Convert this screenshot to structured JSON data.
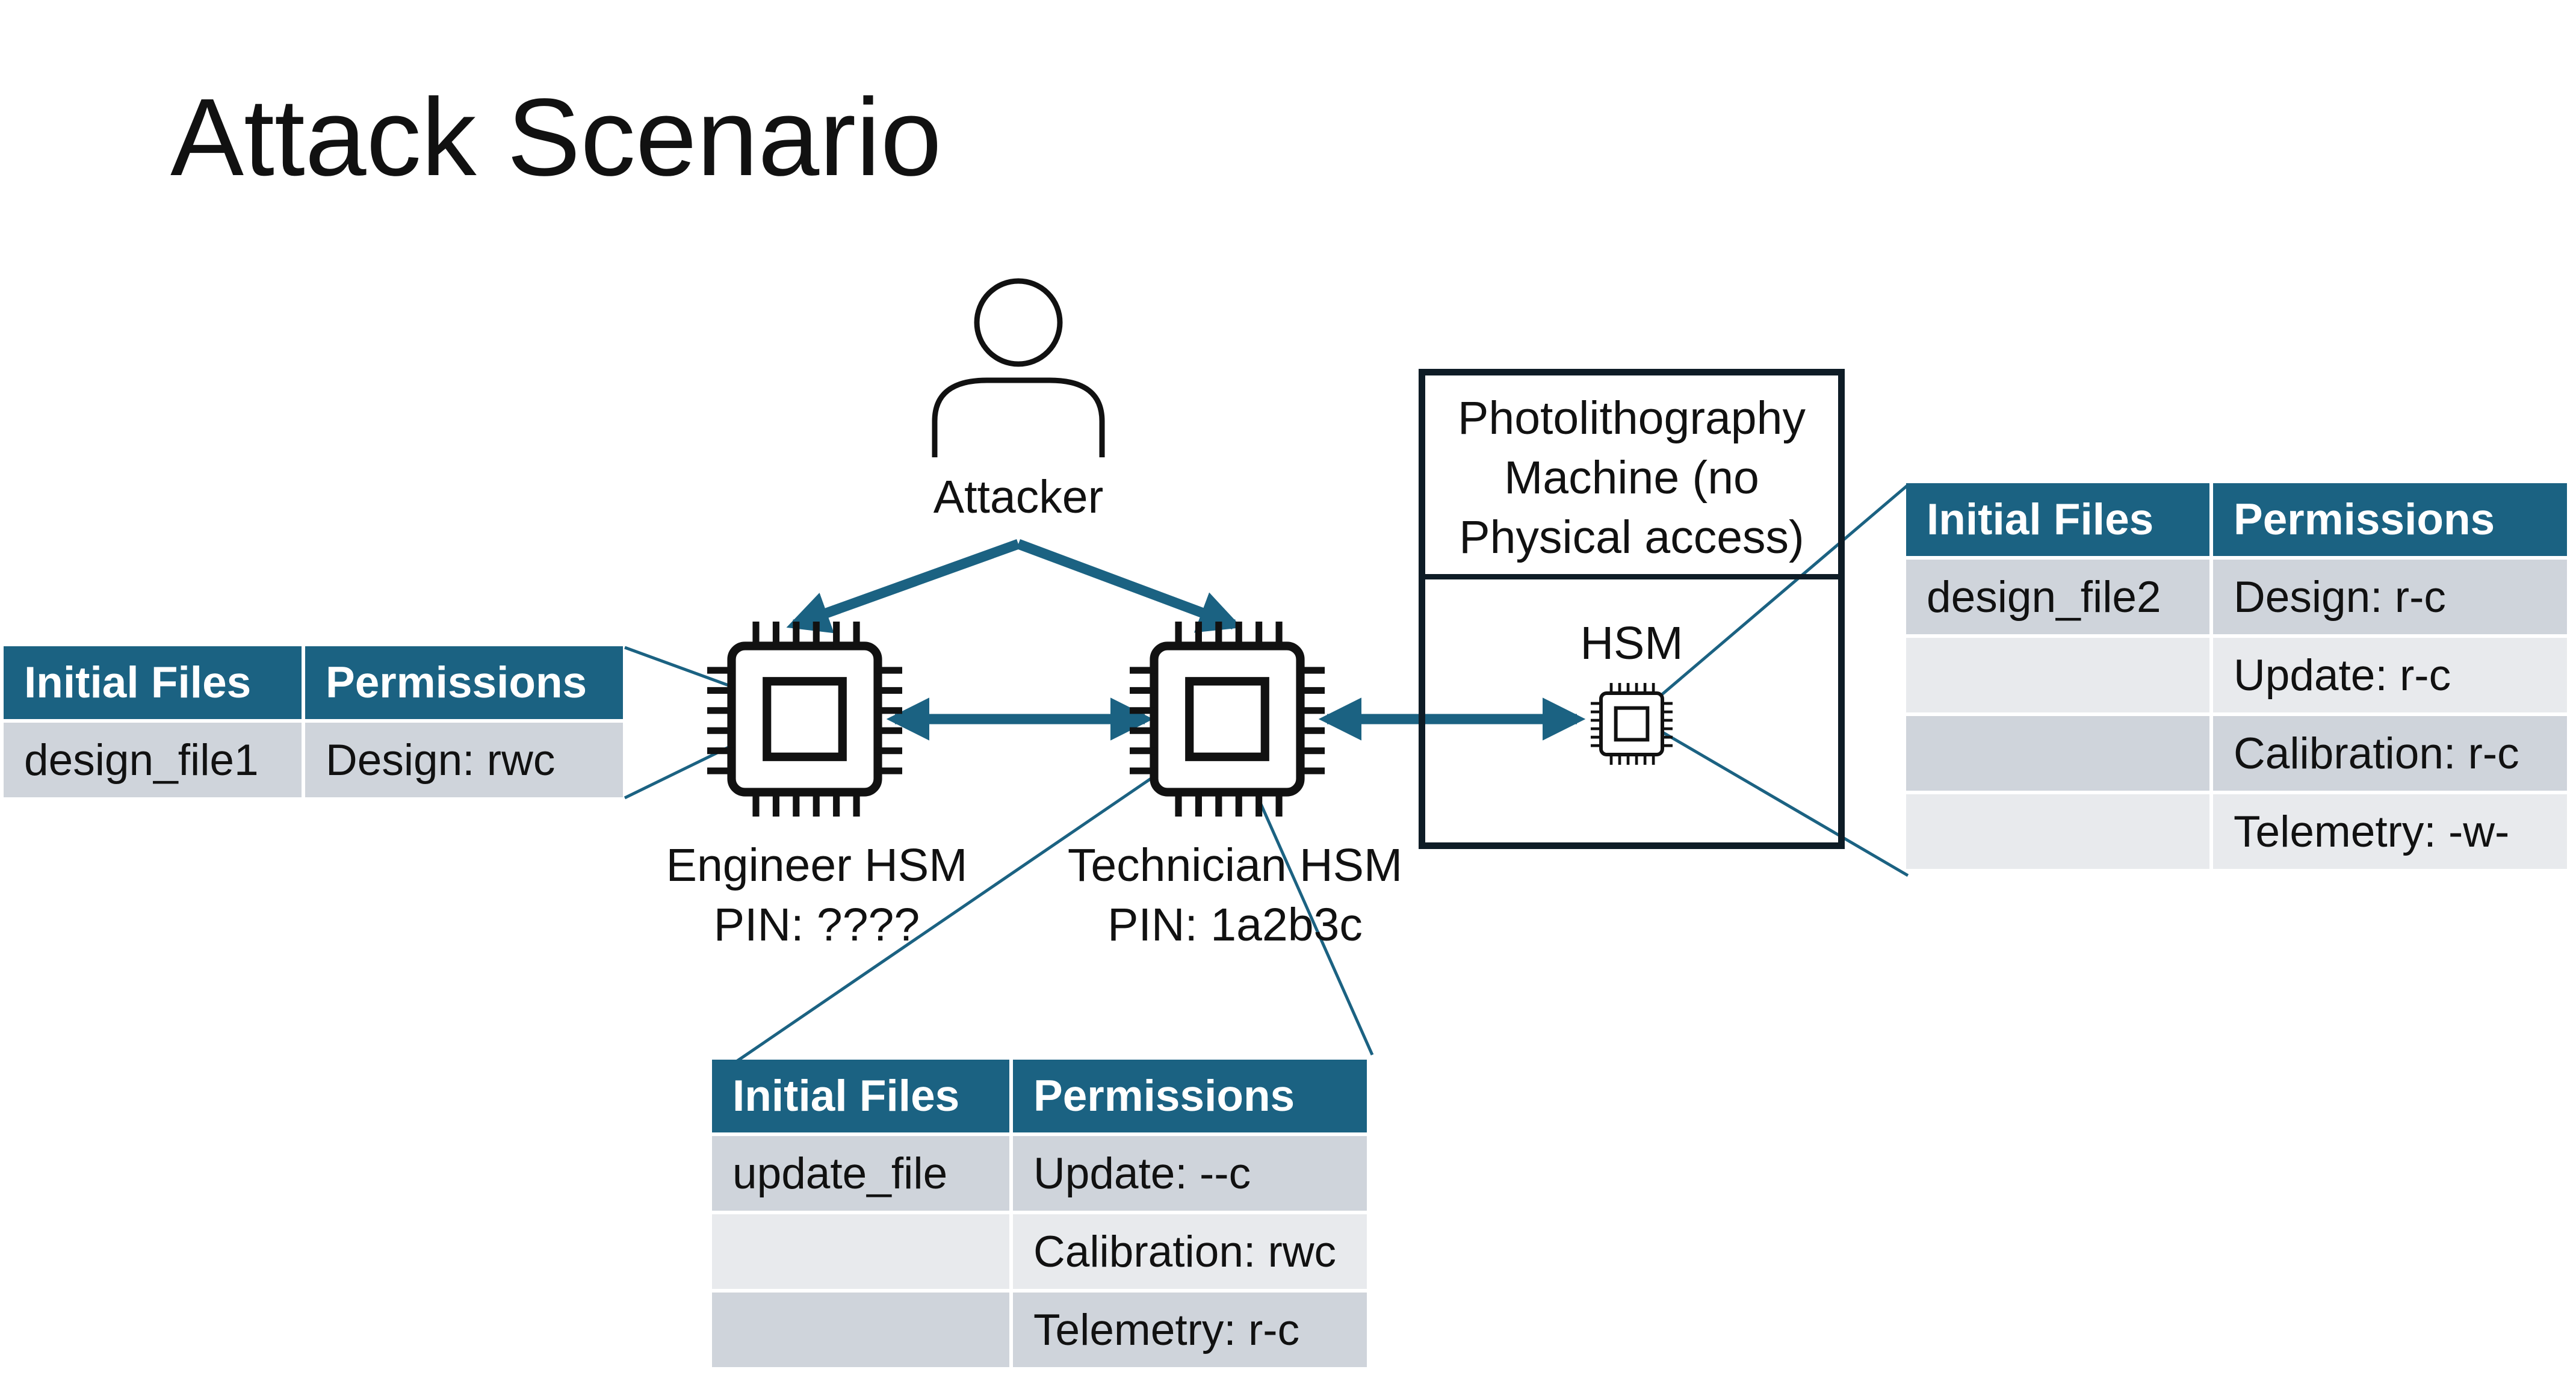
{
  "title": "Attack Scenario",
  "nodes": {
    "attacker": "Attacker",
    "engineer_hsm": {
      "name": "Engineer HSM",
      "pin": "PIN: ????"
    },
    "technician_hsm": {
      "name": "Technician HSM",
      "pin": "PIN: 1a2b3c"
    },
    "machine": {
      "title_lines": [
        "Photolithography",
        "Machine (no",
        "Physical access)"
      ],
      "hsm_label": "HSM"
    }
  },
  "tables": {
    "engineer": {
      "headers": [
        "Initial Files",
        "Permissions"
      ],
      "rows": [
        [
          "design_file1",
          "Design: rwc"
        ]
      ]
    },
    "technician": {
      "headers": [
        "Initial Files",
        "Permissions"
      ],
      "rows": [
        [
          "update_file",
          "Update: --c"
        ],
        [
          "",
          "Calibration: rwc"
        ],
        [
          "",
          "Telemetry: r-c"
        ]
      ]
    },
    "machine": {
      "headers": [
        "Initial Files",
        "Permissions"
      ],
      "rows": [
        [
          "design_file2",
          "Design: r-c"
        ],
        [
          "",
          "Update: r-c"
        ],
        [
          "",
          "Calibration: r-c"
        ],
        [
          "",
          "Telemetry: -w-"
        ]
      ]
    }
  },
  "colors": {
    "accent": "#1b6282",
    "row_dark": "#cfd4db",
    "row_light": "#e8eaed",
    "outline": "#0e1c26"
  }
}
